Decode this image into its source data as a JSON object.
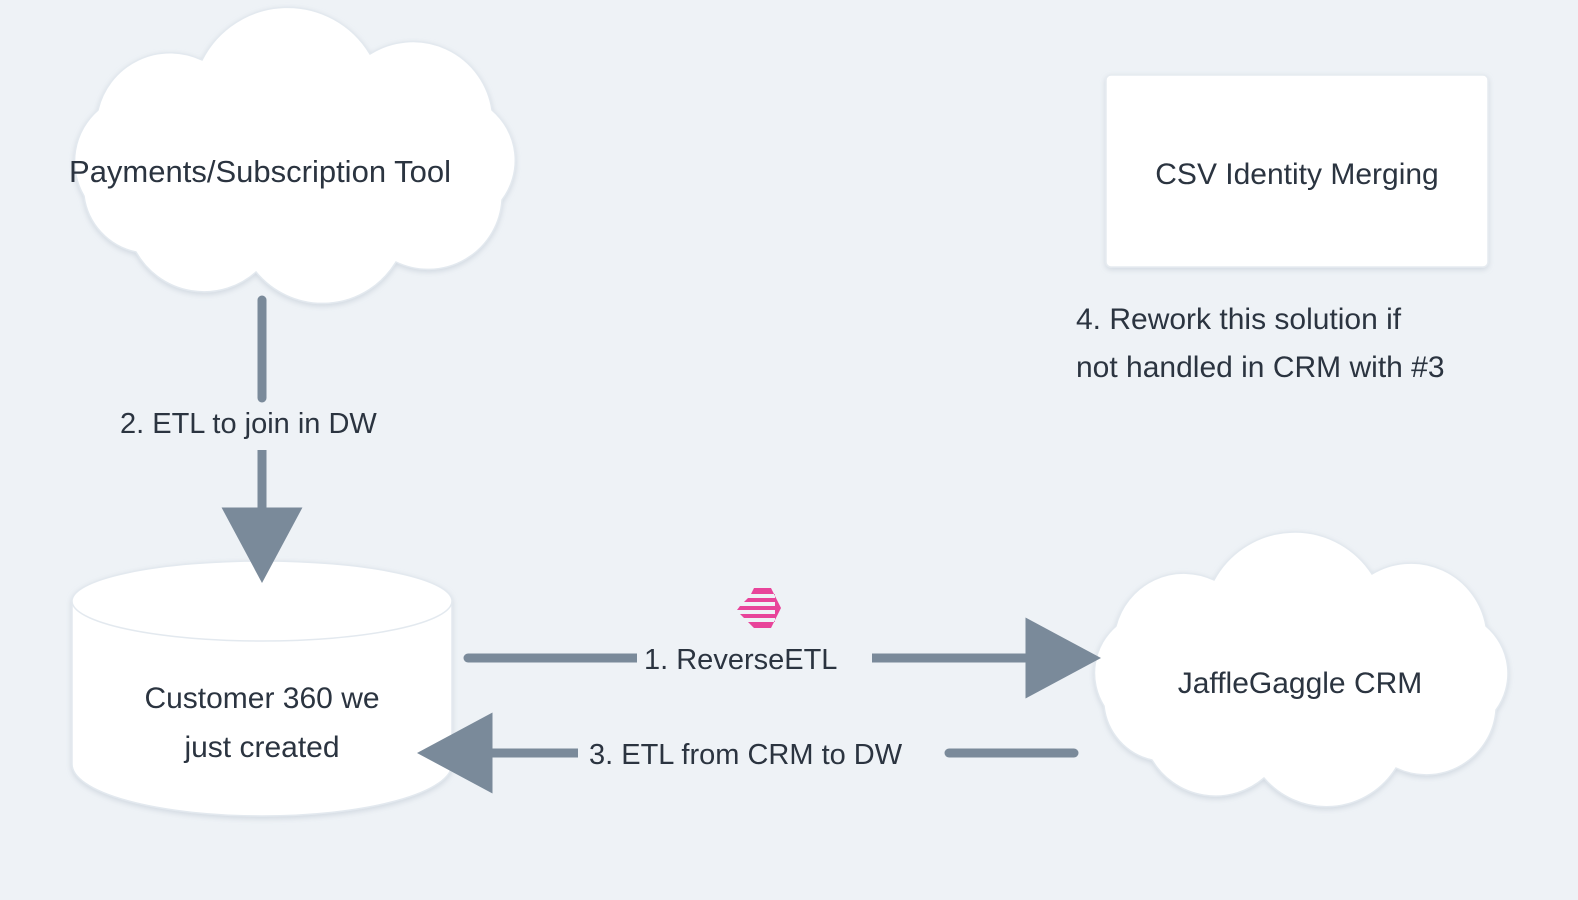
{
  "diagram": {
    "title": "Customer 360 reverse ETL and CRM sync flow",
    "background_color": "#eef2f6",
    "text_color": "#2b3440",
    "edge_color": "#7a8a9a",
    "shape_fill": "#ffffff",
    "accent_color": "#e8449a"
  },
  "nodes": {
    "payments_cloud": {
      "label": "Payments/Subscription Tool",
      "shape": "cloud"
    },
    "csv_box": {
      "label": "CSV Identity Merging",
      "shape": "rectangle"
    },
    "warehouse_cylinder": {
      "label": "Customer 360 we\njust created",
      "shape": "cylinder"
    },
    "crm_cloud": {
      "label": "JaffleGaggle CRM",
      "shape": "cloud"
    }
  },
  "edges": {
    "reverse_etl": {
      "label": "1. ReverseETL",
      "direction": "right",
      "from": "warehouse_cylinder",
      "to": "crm_cloud"
    },
    "etl_join_dw": {
      "label": "2. ETL to join in DW",
      "direction": "down",
      "from": "payments_cloud",
      "to": "warehouse_cylinder"
    },
    "etl_crm_to_dw": {
      "label": "3. ETL from CRM to DW",
      "direction": "left",
      "from": "crm_cloud",
      "to": "warehouse_cylinder"
    }
  },
  "annotations": {
    "rework": "4. Rework this solution if\nnot handled in CRM with #3"
  },
  "icons": {
    "hightouch_mark": "hightouch-logo-icon"
  }
}
